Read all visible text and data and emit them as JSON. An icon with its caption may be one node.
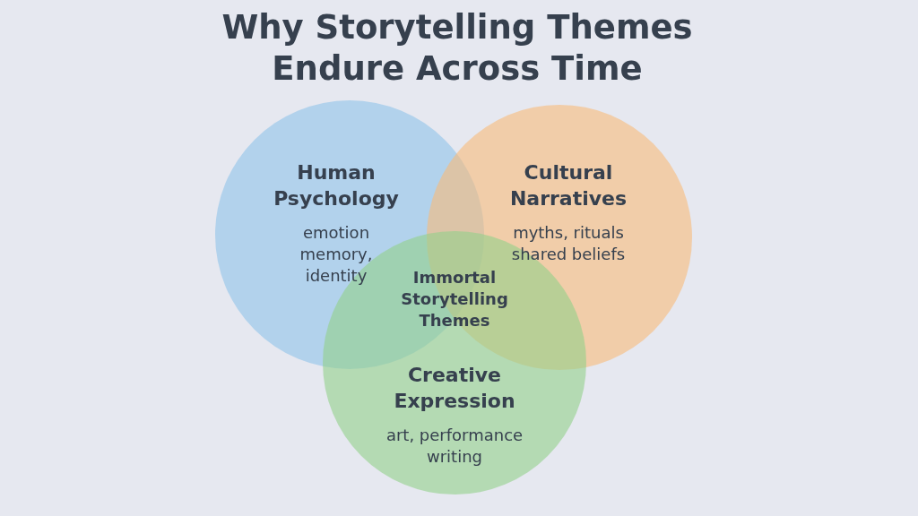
{
  "diagram": {
    "title": "Why Storytelling Themes Endure Across Time",
    "nodes": [
      {
        "text": [
          "Human Psychology",
          "emotion memory, identity"
        ]
      },
      {
        "text": [
          "Cultural Narratives",
          "myths, rituals shared beliefs"
        ]
      },
      {
        "text": [
          "Creative Expression",
          "art, performance writing"
        ]
      }
    ],
    "edges": [],
    "labels": [
      "Immortal Storytelling Themes"
    ]
  }
}
